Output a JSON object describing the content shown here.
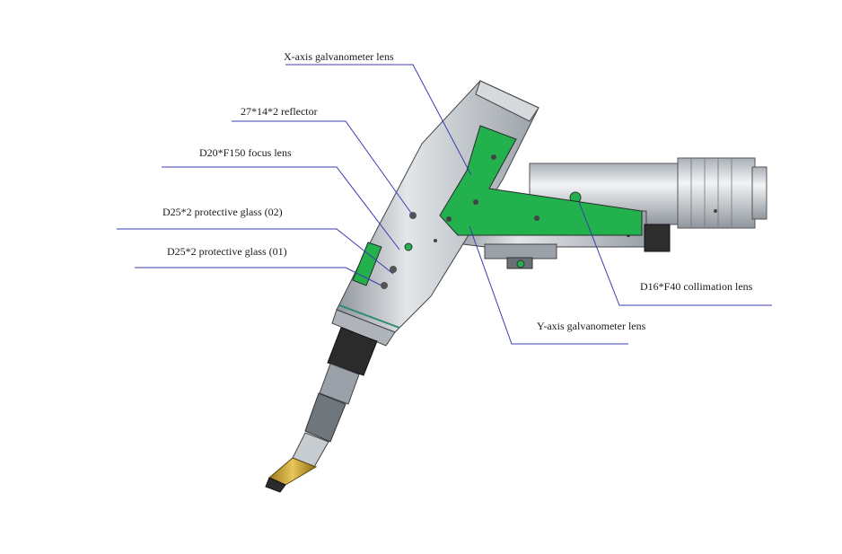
{
  "labels": {
    "x_axis_galvo": "X-axis galvanometer lens",
    "reflector": "27*14*2 reflector",
    "focus_lens": "D20*F150 focus lens",
    "protective_glass_02": "D25*2 protective glass (02)",
    "protective_glass_01": "D25*2 protective glass (01)",
    "collimation_lens": "D16*F40 collimation lens",
    "y_axis_galvo": "Y-axis galvanometer lens"
  },
  "colors": {
    "leader_line": "#3b3bb0",
    "lens_highlight": "#22b14c",
    "housing": "#b8bec4",
    "nozzle_brass": "#c9a227"
  }
}
